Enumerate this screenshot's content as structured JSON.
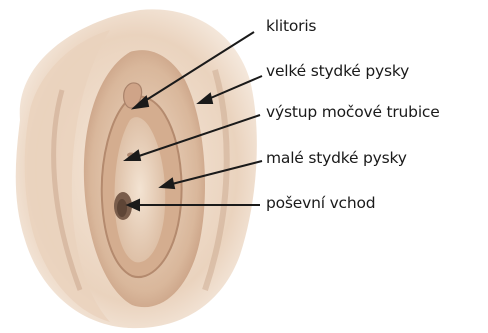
{
  "labels": [
    "klitoris",
    "velké stydké pysky",
    "výstup močové trubice",
    "malé stydké pysky",
    "poševní vchod"
  ],
  "colors": {
    "skin_light": "#f4e6d8",
    "skin_mid": "#e2c3a8",
    "skin_shadow": "#b8917a",
    "inner_dark": "#7a5d4b",
    "line": "#1a1a1a"
  }
}
